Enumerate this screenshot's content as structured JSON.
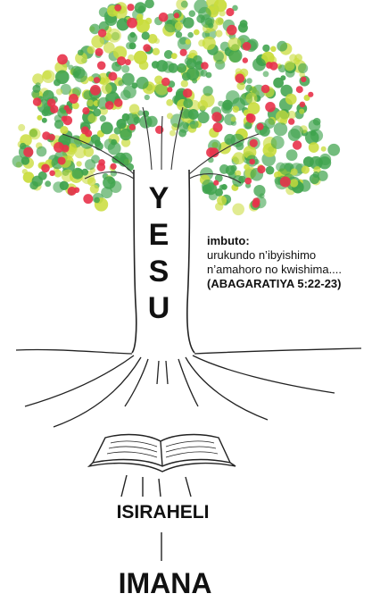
{
  "trunk": {
    "letters": [
      "Y",
      "E",
      "S",
      "U"
    ]
  },
  "fruits": {
    "heading": "imbuto:",
    "line1": "urukundo n’ibyishimo",
    "line2": "n’amahoro no kwishima....",
    "reference": "(ABAGARATIYA 5:22-23)"
  },
  "roots": {
    "israel_label": "ISIRAHELI",
    "god_label": "IMANA"
  },
  "colors": {
    "leaf_dark": "#3fa34d",
    "leaf_light": "#c9dc3b",
    "fruit": "#e8324a",
    "ink": "#111111"
  }
}
